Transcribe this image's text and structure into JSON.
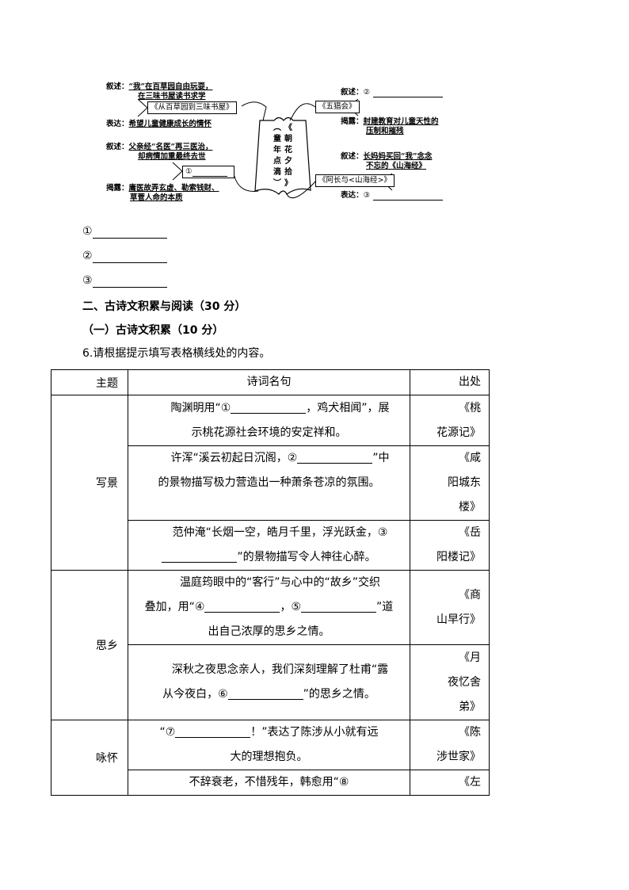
{
  "mindmap": {
    "center_book": {
      "title_col1": [
        "︵",
        "童",
        "年",
        "点",
        "滴",
        "︶"
      ],
      "title_col2": [
        "《",
        "朝",
        "花",
        "夕",
        "拾",
        "》"
      ]
    },
    "left_top": {
      "narrate_label": "叙述：",
      "narrate_line1": "“我”在百草园自由玩耍，",
      "narrate_line2": "在三味书屋读书求学",
      "box": "《从百草园到三味书屋》",
      "express_label": "表达：",
      "express_text": "希望儿童健康成长的情怀"
    },
    "left_bottom": {
      "narrate_label": "叙述：",
      "narrate_line1": "父亲经“名医”再三医治，",
      "narrate_line2": "却病情加重最终去世",
      "box": "①",
      "reveal_label": "揭露：",
      "reveal_line1": "庸医故弄玄虚、勒索钱财、",
      "reveal_line2": "草菅人命的本质"
    },
    "right_top": {
      "narrate_label": "叙述：",
      "narrate_blank": "②",
      "box": "《五猖会》",
      "reveal_label": "揭露：",
      "reveal_line1": "封建教育对儿童天性的",
      "reveal_line2": "压制和摧残"
    },
    "right_bottom": {
      "narrate_label": "叙述：",
      "narrate_line1": "长妈妈买回“我”念念",
      "narrate_line2": "不忘的《山海经》",
      "box": "《阿长与<山海经>》",
      "express_label": "表达：",
      "express_blank": "③"
    }
  },
  "answers": [
    {
      "marker": "①"
    },
    {
      "marker": "②"
    },
    {
      "marker": "③"
    }
  ],
  "section2_title": "二、古诗文积累与阅读（30 分）",
  "subsection1_title": "（一）古诗文积累（10 分）",
  "question6": "6.请根据提示填写表格横线处的内容。",
  "table": {
    "headers": {
      "theme": "主题",
      "content": "诗词名句",
      "source": "出处"
    },
    "groups": [
      {
        "theme": "写景",
        "rows": [
          {
            "pre": "陶渊明用“①",
            "post": "，鸡犬相闻”，展示桃花源社会环境的安定祥和。",
            "line1_post": "，鸡犬相闻”，展",
            "line2": "示桃花源社会环境的安定祥和。",
            "source": "《桃花源记》",
            "source_l1": "《桃",
            "source_l2": "花源记》"
          },
          {
            "pre": "许浑“溪云初起日沉阁，②",
            "line1_post": "”中",
            "line2": "的景物描写极力营造出一种萧条苍凉的氛围。",
            "source": "《咸阳城东楼》",
            "source_l1": "《咸",
            "source_l2": "阳城东",
            "source_l3": "楼》"
          },
          {
            "line1": "范仲淹“长烟一空，皓月千里，浮光跃金，③",
            "line2_post": "”的景物描写令人神往心醉。",
            "source": "《岳阳楼记》",
            "source_l1": "《岳",
            "source_l2": "阳楼记》"
          }
        ]
      },
      {
        "theme": "思乡",
        "rows": [
          {
            "line1": "温庭筠眼中的“客行”与心中的“故乡”交织",
            "line2_pre": "叠加，用“④",
            "line2_mid": "，⑤",
            "line2_post": "”道",
            "line3": "出自己浓厚的思乡之情。",
            "source": "《商山早行》",
            "source_l1": "《商",
            "source_l2": "山早行》"
          },
          {
            "line1": "深秋之夜思念亲人，我们深刻理解了杜甫“露",
            "line2_pre": "从今夜白，⑥",
            "line2_post": "”的思乡之情。",
            "source": "《月夜忆舍弟》",
            "source_l1": "《月",
            "source_l2": "夜忆舍",
            "source_l3": "弟》"
          }
        ]
      },
      {
        "theme": "咏怀",
        "rows": [
          {
            "line1_pre": "“⑦",
            "line1_post": "！”表达了陈涉从小就有远",
            "line2": "大的理想抱负。",
            "source": "《陈涉世家》",
            "source_l1": "《陈",
            "source_l2": "涉世家》"
          },
          {
            "line1": "不辞衰老，不惜残年，韩愈用“⑧",
            "source_l1": "《左"
          }
        ]
      }
    ]
  }
}
